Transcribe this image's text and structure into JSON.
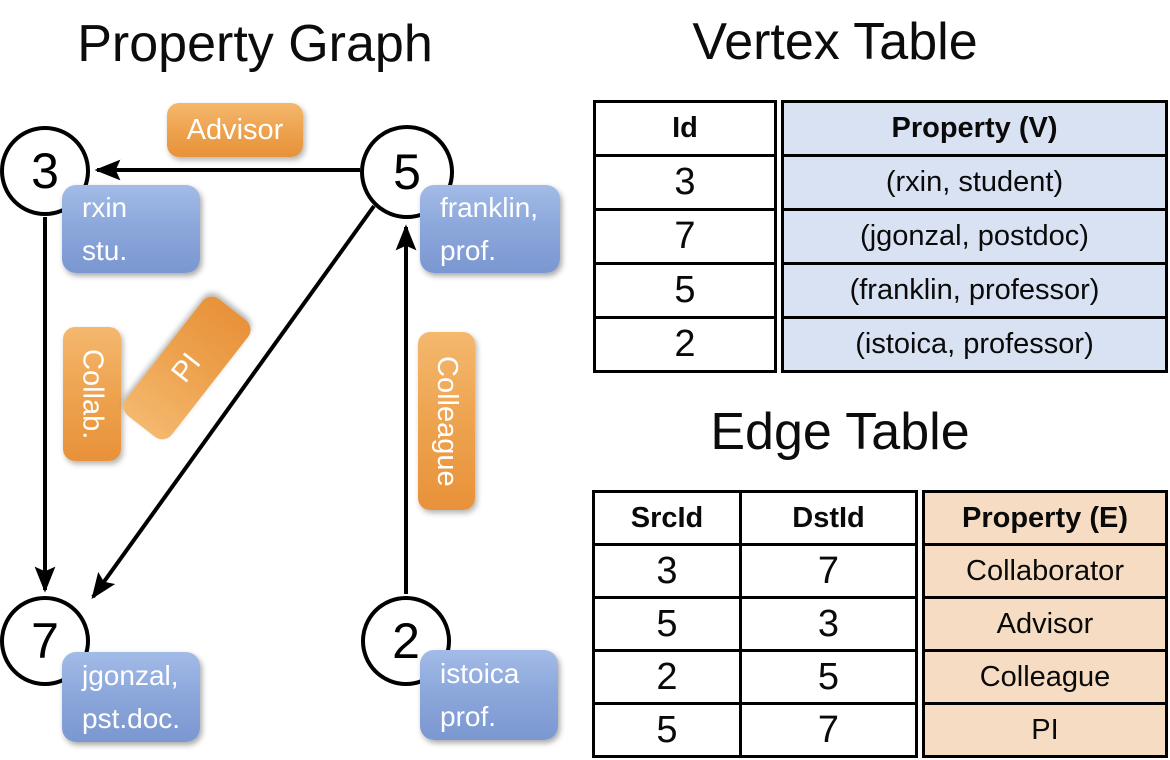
{
  "graph": {
    "title": "Property Graph",
    "nodes": [
      {
        "id": "3",
        "label": [
          "rxin",
          "stu."
        ]
      },
      {
        "id": "5",
        "label": [
          "franklin,",
          "prof."
        ]
      },
      {
        "id": "7",
        "label": [
          "jgonzal,",
          "pst.doc."
        ]
      },
      {
        "id": "2",
        "label": [
          "istoica",
          "prof."
        ]
      }
    ],
    "edges": [
      {
        "src": "5",
        "dst": "3",
        "label": "Advisor"
      },
      {
        "src": "3",
        "dst": "7",
        "label": "Collab."
      },
      {
        "src": "5",
        "dst": "7",
        "label": "PI"
      },
      {
        "src": "2",
        "dst": "5",
        "label": "Colleague"
      }
    ]
  },
  "vertex_table": {
    "title": "Vertex Table",
    "headers": {
      "id": "Id",
      "property": "Property (V)"
    },
    "rows": [
      {
        "id": "3",
        "property": "(rxin, student)"
      },
      {
        "id": "7",
        "property": "(jgonzal, postdoc)"
      },
      {
        "id": "5",
        "property": "(franklin, professor)"
      },
      {
        "id": "2",
        "property": "(istoica, professor)"
      }
    ]
  },
  "edge_table": {
    "title": "Edge Table",
    "headers": {
      "src": "SrcId",
      "dst": "DstId",
      "property": "Property (E)"
    },
    "rows": [
      {
        "src": "3",
        "dst": "7",
        "property": "Collaborator"
      },
      {
        "src": "5",
        "dst": "3",
        "property": "Advisor"
      },
      {
        "src": "2",
        "dst": "5",
        "property": "Colleague"
      },
      {
        "src": "5",
        "dst": "7",
        "property": "PI"
      }
    ]
  },
  "colors": {
    "edge_label_orange": "#eda14c",
    "node_label_blue": "#8aa6da",
    "vertex_property_fill": "#d9e2f3",
    "edge_property_fill": "#f5dcc2",
    "line_black": "#000000"
  }
}
